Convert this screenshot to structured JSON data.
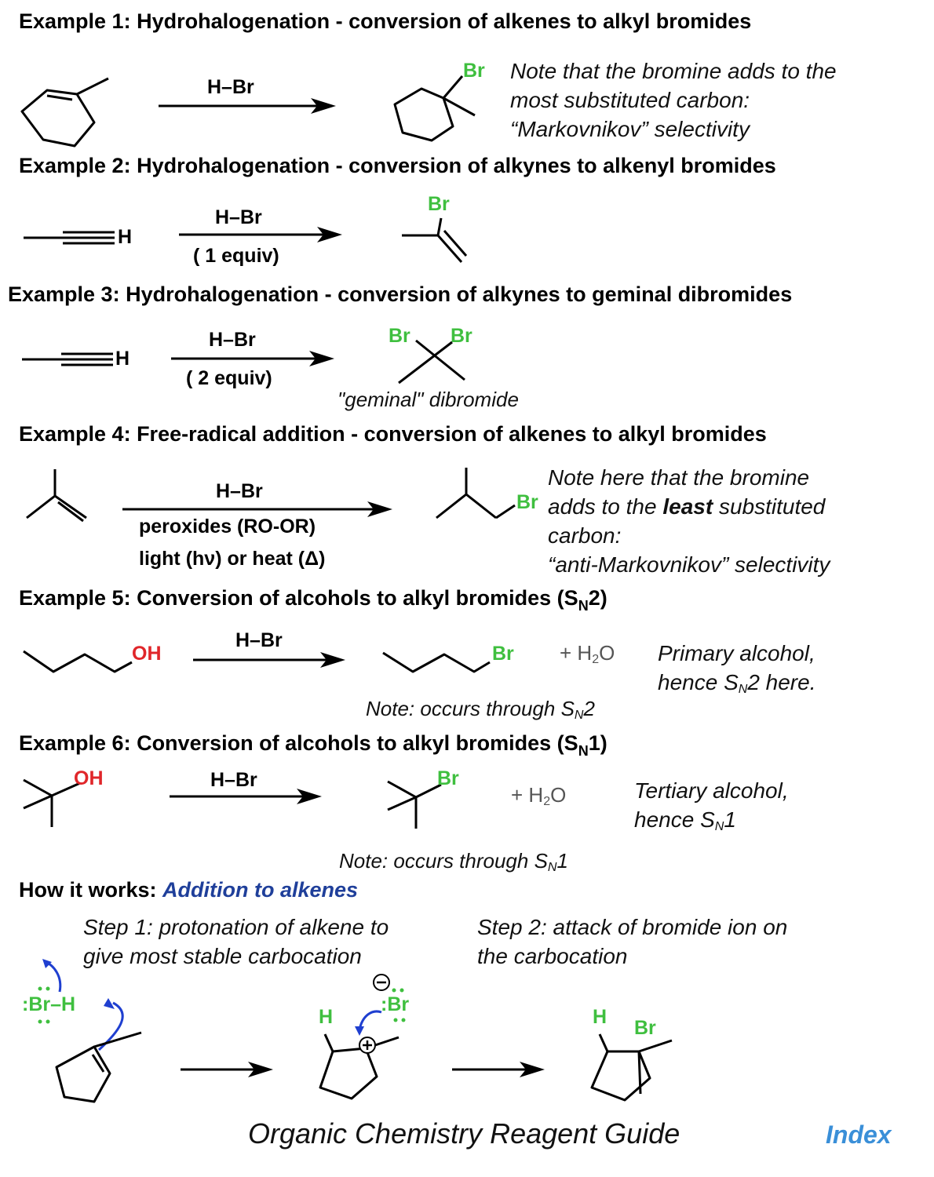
{
  "ex1": {
    "heading": "Example 1: Hydrohalogenation - conversion of alkenes to alkyl bromides",
    "reagent": "H–Br",
    "br": "Br",
    "note": [
      "Note that the bromine adds to the",
      "most substituted carbon:",
      "“Markovnikov” selectivity"
    ]
  },
  "ex2": {
    "heading": "Example 2: Hydrohalogenation - conversion of alkynes to alkenyl bromides",
    "h": "H",
    "reagent": "H–Br",
    "equiv": "( 1 equiv)",
    "br": "Br"
  },
  "ex3": {
    "heading": "Example 3: Hydrohalogenation - conversion of alkynes to geminal dibromides",
    "h": "H",
    "reagent": "H–Br",
    "equiv": "( 2 equiv)",
    "br1": "Br",
    "br2": "Br",
    "caption": "\"geminal\" dibromide"
  },
  "ex4": {
    "heading": "Example 4: Free-radical addition - conversion of alkenes to alkyl bromides",
    "reagent": "H–Br",
    "cond1": "peroxides (RO-OR)",
    "cond2": "light (hν) or heat (Δ)",
    "br": "Br",
    "note1": "Note  here that the bromine",
    "note2_pre": "adds to the ",
    "note2_bold": "least",
    "note2_post": " substituted",
    "note3": "carbon:",
    "note4": "“anti-Markovnikov” selectivity"
  },
  "ex5": {
    "heading": "Example 5: Conversion of alcohols to alkyl bromides (S",
    "heading_sub": "N",
    "heading_end": "2)",
    "oh": "OH",
    "reagent": "H–Br",
    "br": "Br",
    "water_pre": "+ H",
    "water_sub": "2",
    "water_post": "O",
    "note1": "Primary alcohol,",
    "note2_pre": "hence S",
    "note2_sub": "N",
    "note2_post": "2 here.",
    "caption_pre": "Note: occurs through S",
    "caption_sub": "N",
    "caption_post": "2"
  },
  "ex6": {
    "heading": "Example 6: Conversion of alcohols to alkyl bromides (S",
    "heading_sub": "N",
    "heading_end": "1)",
    "oh": "OH",
    "reagent": "H–Br",
    "br": "Br",
    "water_pre": "+ H",
    "water_sub": "2",
    "water_post": "O",
    "note1": "Tertiary alcohol,",
    "note2_pre": "hence S",
    "note2_sub": "N",
    "note2_post": "1",
    "caption_pre": "Note: occurs through S",
    "caption_sub": "N",
    "caption_post": "1"
  },
  "mechanism": {
    "heading_pre": "How it works: ",
    "heading_link": "Addition to alkenes",
    "step1a": "Step 1: protonation of alkene to",
    "step1b": "give most stable carbocation",
    "step2a": "Step 2: attack of bromide ion on",
    "step2b": "the carbocation",
    "brh": ":Br–H",
    "h1": "H",
    "br_ion": ":Br",
    "h2": "H",
    "br_prod": "Br"
  },
  "footer": {
    "title": "Organic Chemistry Reagent Guide",
    "index": "Index"
  },
  "colors": {
    "bromine": "#3fbf3f",
    "oxygen": "#e0262a",
    "arrow_blue": "#1f3fd0",
    "link_blue": "#1f3f9a",
    "index_blue": "#3a8fd8"
  }
}
